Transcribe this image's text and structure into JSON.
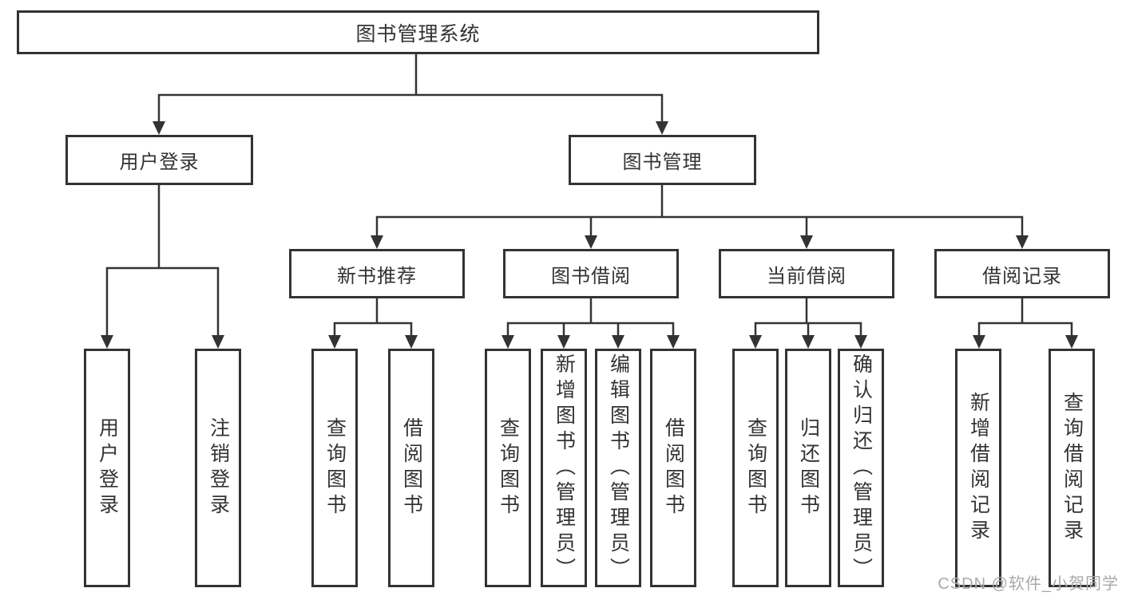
{
  "root": {
    "label": "图书管理系统"
  },
  "level2": [
    {
      "label": "用户登录"
    },
    {
      "label": "图书管理"
    }
  ],
  "level3": [
    {
      "label": "新书推荐"
    },
    {
      "label": "图书借阅"
    },
    {
      "label": "当前借阅"
    },
    {
      "label": "借阅记录"
    }
  ],
  "leaves": {
    "login": [
      "用户登录",
      "注销登录"
    ],
    "recommend": [
      "查询图书",
      "借阅图书"
    ],
    "borrow": [
      "查询图书",
      "新增图书（管理员）",
      "编辑图书（管理员）",
      "借阅图书"
    ],
    "current": [
      "查询图书",
      "归还图书",
      "确认归还（管理员）"
    ],
    "records": [
      "新增借阅记录",
      "查询借阅记录"
    ]
  },
  "watermark": "CSDN @软件_小贺同学",
  "colors": {
    "line": "#333333",
    "border": "#333333",
    "text": "#333333",
    "watermark": "#a9a9a9",
    "background": "#ffffff"
  }
}
